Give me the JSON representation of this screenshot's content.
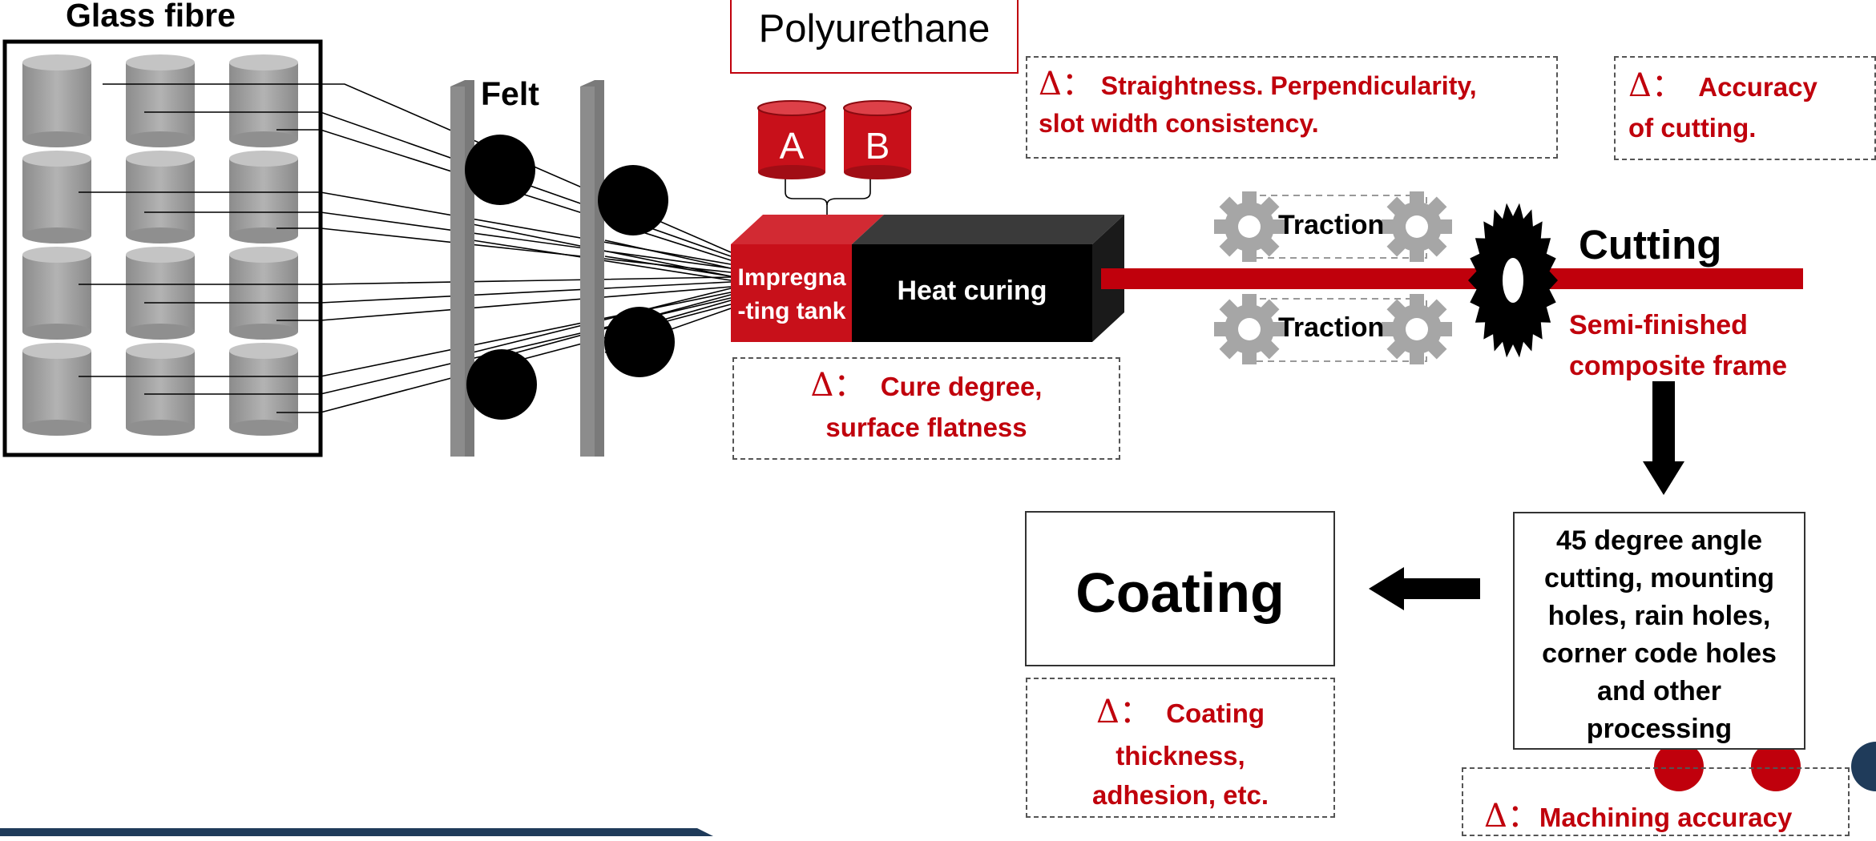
{
  "labels": {
    "glass_fibre": "Glass fibre",
    "felt": "Felt",
    "polyurethane": "Polyurethane",
    "tank_a": "A",
    "tank_b": "B",
    "impregnating_line1": "Impregna",
    "impregnating_line2": "-ting tank",
    "heat_curing": "Heat curing",
    "traction_top": "Traction",
    "traction_bottom": "Traction",
    "cutting": "Cutting",
    "semi_finished_line1": "Semi-finished",
    "semi_finished_line2": "composite frame",
    "coating": "Coating",
    "processing_lines": [
      "45 degree angle",
      "cutting, mounting",
      "holes, rain holes,",
      "corner code holes",
      "and other",
      "processing"
    ]
  },
  "notes": {
    "delta_symbol": "Δ：",
    "straightness_line1": "Straightness. Perpendicularity,",
    "straightness_line2": "slot width consistency.",
    "accuracy_line1": "Accuracy",
    "accuracy_line2": "of cutting.",
    "cure_line1": "Cure degree,",
    "cure_line2": "surface flatness",
    "coating_line1": "Coating",
    "coating_line2": "thickness,",
    "coating_line3": "adhesion, etc.",
    "machining": "Machining accuracy"
  },
  "colors": {
    "accent_red": "#c0000c",
    "tank_red": "#c8101a",
    "curing_black": "#000000",
    "gear_gray": "#a6a6a6",
    "spool_gray": "#9a9a9a",
    "navy": "#1f3b5a"
  }
}
